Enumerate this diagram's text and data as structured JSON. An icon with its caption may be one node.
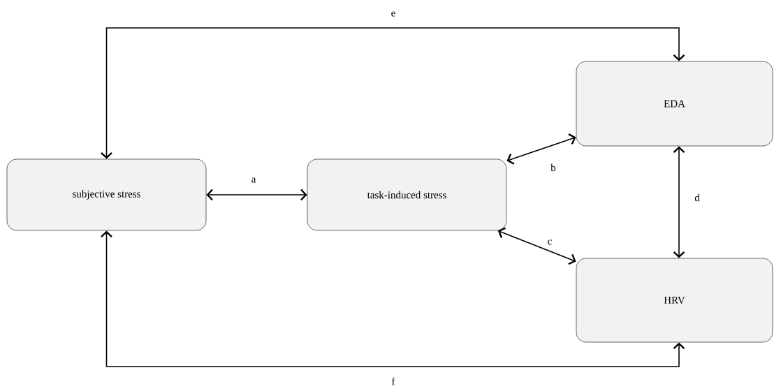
{
  "diagram": {
    "nodes": [
      {
        "text": [
          "subjective stress"
        ]
      },
      {
        "text": [
          "task-induced stress"
        ]
      },
      {
        "text": [
          "EDA"
        ]
      },
      {
        "text": [
          "HRV"
        ]
      }
    ],
    "edges": [
      {
        "from": 0,
        "to": 1,
        "arrow": "both",
        "label": "a"
      },
      {
        "from": 1,
        "to": 2,
        "arrow": "both",
        "label": "b"
      },
      {
        "from": 1,
        "to": 3,
        "arrow": "both",
        "label": "c"
      },
      {
        "from": 2,
        "to": 3,
        "arrow": "both",
        "label": "d"
      },
      {
        "from": 0,
        "to": 2,
        "arrow": "both",
        "label": "e"
      },
      {
        "from": 0,
        "to": 3,
        "arrow": "both",
        "label": "f"
      }
    ]
  }
}
